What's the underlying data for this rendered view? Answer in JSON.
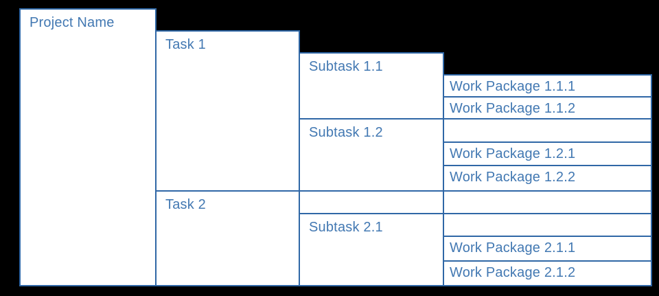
{
  "diagram": {
    "type": "work-breakdown-structure",
    "colors": {
      "background": "#000000",
      "box_fill": "#ffffff",
      "box_border": "#2f67a6",
      "text": "#4278b2"
    },
    "nodes": {
      "project": {
        "label": "Project Name",
        "level": 1
      },
      "task_1": {
        "label": "Task 1",
        "level": 2
      },
      "task_2": {
        "label": "Task 2",
        "level": 2
      },
      "subtask_1_1": {
        "label": "Subtask 1.1",
        "level": 3
      },
      "subtask_1_2": {
        "label": "Subtask 1.2",
        "level": 3
      },
      "subtask_2_1": {
        "label": "Subtask 2.1",
        "level": 3
      },
      "wp_1_1_1": {
        "label": "Work Package 1.1.1",
        "level": 4
      },
      "wp_1_1_2": {
        "label": "Work Package 1.1.2",
        "level": 4
      },
      "wp_1_2_1": {
        "label": "Work Package 1.2.1",
        "level": 4
      },
      "wp_1_2_2": {
        "label": "Work Package 1.2.2",
        "level": 4
      },
      "wp_2_1_1": {
        "label": "Work Package 2.1.1",
        "level": 4
      },
      "wp_2_1_2": {
        "label": "Work Package 2.1.2",
        "level": 4
      }
    },
    "empty_cells": [
      {
        "id": "spacer-subtask-1-2-row",
        "column": "work-package"
      },
      {
        "id": "spacer-task-2-row-subtask-col",
        "column": "subtask"
      },
      {
        "id": "spacer-task-2-row-wp-col",
        "column": "work-package"
      },
      {
        "id": "spacer-subtask-2-1-row",
        "column": "work-package"
      }
    ]
  }
}
